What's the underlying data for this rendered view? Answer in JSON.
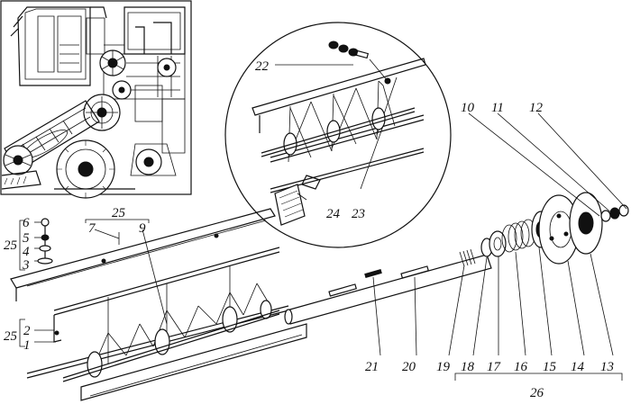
{
  "labels": {
    "l1": "1",
    "l2": "2",
    "l3": "3",
    "l4": "4",
    "l5": "5",
    "l6": "6",
    "l7": "7",
    "l9": "9",
    "l10": "10",
    "l11": "11",
    "l12": "12",
    "l13": "13",
    "l14": "14",
    "l15": "15",
    "l16": "16",
    "l17": "17",
    "l18": "18",
    "l19": "19",
    "l20": "20",
    "l21": "21",
    "l22": "22",
    "l23": "23",
    "l24": "24",
    "l25a": "25",
    "l25b": "25",
    "l25c": "25",
    "l26": "26"
  }
}
